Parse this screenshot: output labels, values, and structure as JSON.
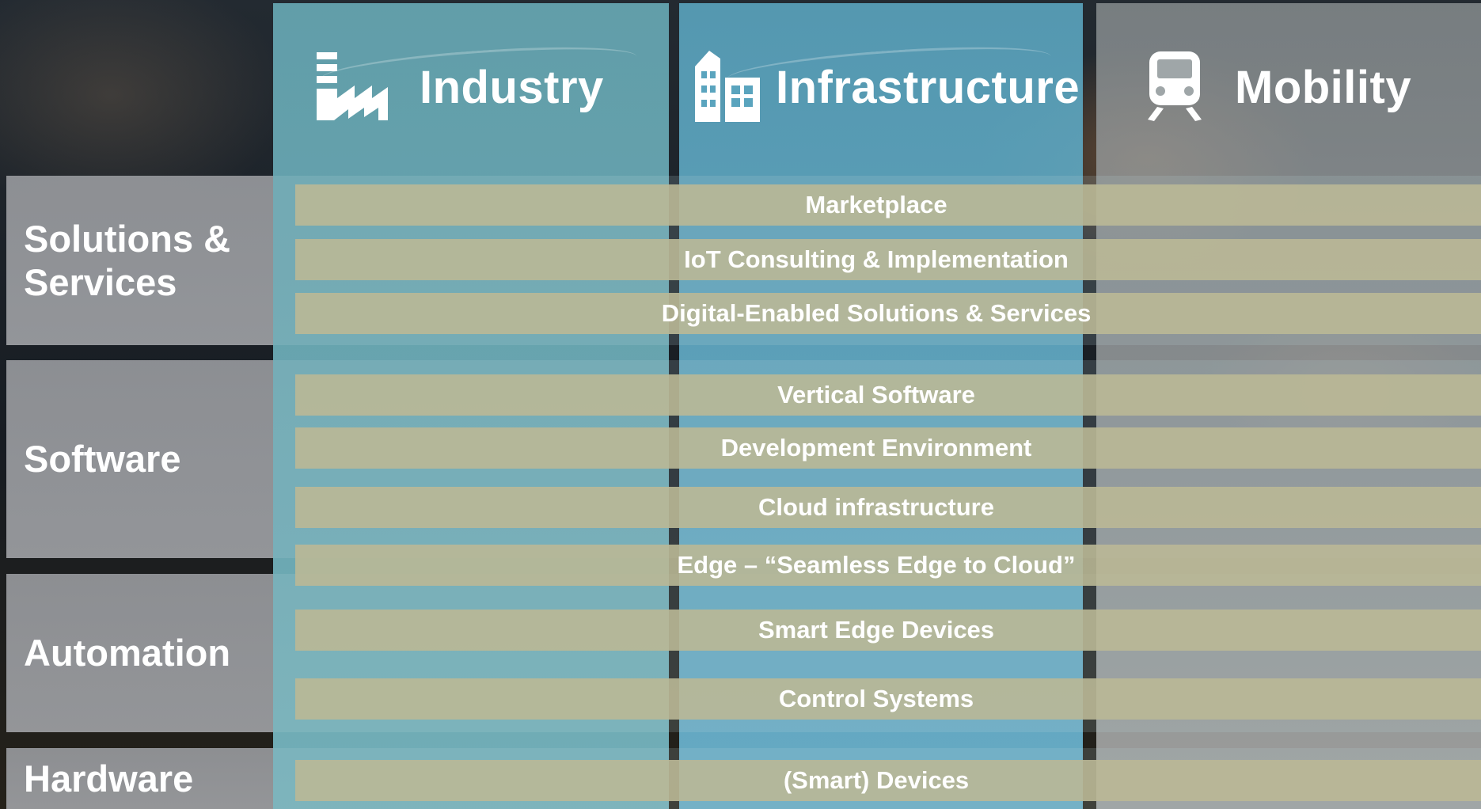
{
  "columns": [
    {
      "title": "Industry",
      "icon": "factory-icon"
    },
    {
      "title": "Infrastructure",
      "icon": "buildings-icon"
    },
    {
      "title": "Mobility",
      "icon": "train-icon"
    }
  ],
  "rows": [
    {
      "label_lines": [
        "Solutions &",
        "Services"
      ]
    },
    {
      "label_lines": [
        "Software"
      ]
    },
    {
      "label_lines": [
        "Automation"
      ]
    },
    {
      "label_lines": [
        "Hardware"
      ]
    }
  ],
  "bars": [
    "Marketplace",
    "IoT Consulting & Implementation",
    "Digital-Enabled Solutions & Services",
    "Vertical Software",
    "Development Environment",
    "Cloud infrastructure",
    "Edge – “Seamless Edge to Cloud”",
    "Smart Edge Devices",
    "Control Systems",
    "(Smart)  Devices"
  ],
  "colors": {
    "industry_column": "#6aabb6",
    "infrastructure_column": "#5aa4be",
    "mobility_column": "#a8acad",
    "row_label": "#9a9ca0",
    "bar": "#bab896",
    "text": "#ffffff"
  }
}
